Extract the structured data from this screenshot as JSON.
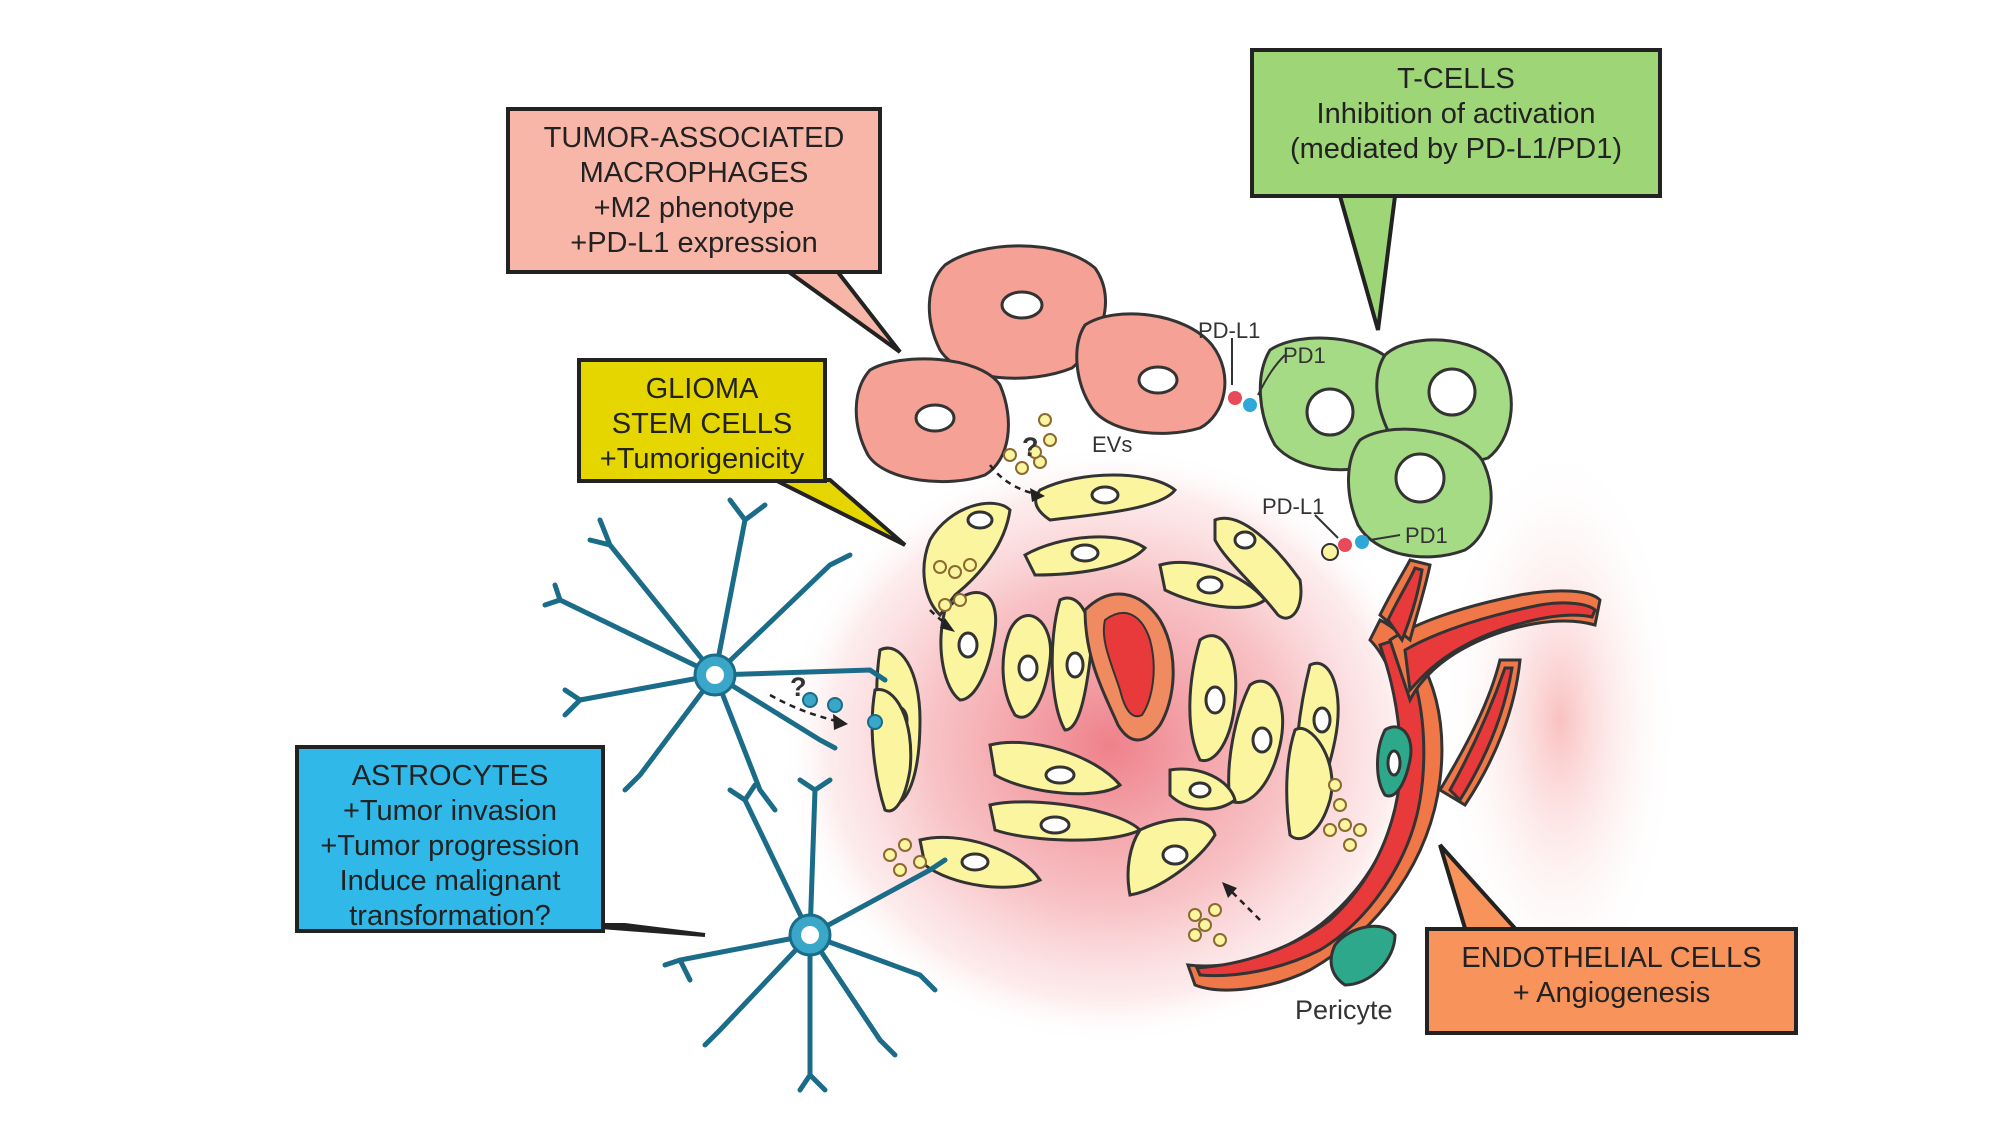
{
  "callouts": {
    "macrophages": {
      "title": [
        "TUMOR-ASSOCIATED",
        "MACROPHAGES"
      ],
      "lines": [
        "+M2 phenotype",
        "+PD-L1 expression"
      ],
      "color": "#f8b6a8"
    },
    "tcells": {
      "title": [
        "T-CELLS"
      ],
      "lines": [
        "Inhibition of activation",
        "(mediated by PD-L1/PD1)"
      ],
      "color": "#9ed576"
    },
    "glioma": {
      "title": [
        "GLIOMA",
        "STEM CELLS"
      ],
      "lines": [
        "+Tumorigenicity"
      ],
      "color": "#e6d600"
    },
    "astrocytes": {
      "title": [
        "ASTROCYTES"
      ],
      "lines": [
        "+Tumor invasion",
        "+Tumor progression",
        "Induce malignant",
        "transformation?"
      ],
      "color": "#2fb8e8"
    },
    "endothelial": {
      "title": [
        "ENDOTHELIAL  CELLS"
      ],
      "lines": [
        "+ Angiogenesis"
      ],
      "color": "#f9935c"
    }
  },
  "labels": {
    "evs": "EVs",
    "pdl1_top": "PD-L1",
    "pd1_top": "PD1",
    "pdl1_bottom": "PD-L1",
    "pd1_bottom": "PD1",
    "pericyte": "Pericyte",
    "question_macro": "?",
    "question_astro": "?"
  },
  "colors": {
    "tumor_core": "#f4a0a4",
    "glioma_cell": "#fbf5a0",
    "macrophage": "#f5a195",
    "tcell": "#a6db86",
    "astrocyte": "#3aa6c8",
    "vessel_outer": "#f07848",
    "vessel_inner": "#e83a3a",
    "pericyte": "#2ea88a"
  }
}
